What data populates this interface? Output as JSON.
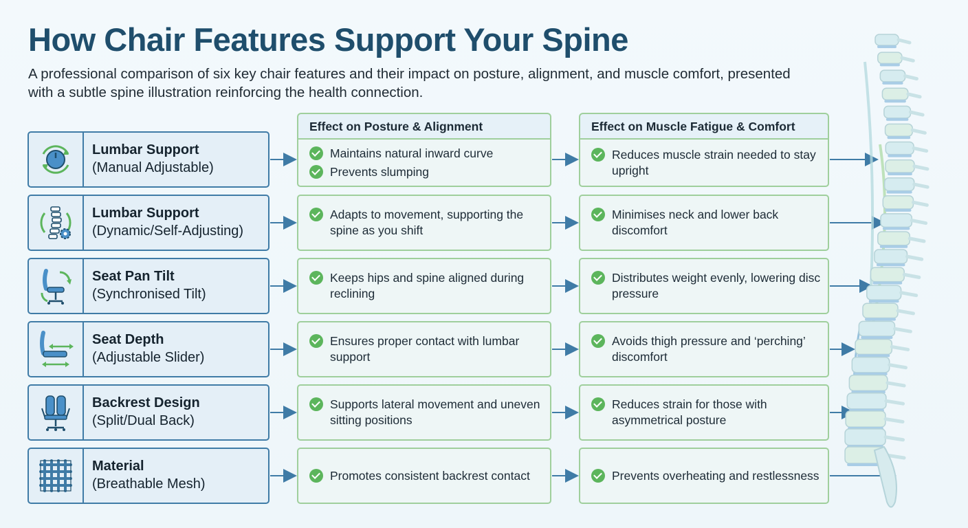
{
  "title": "How Chair Features Support Your Spine",
  "subtitle": "A professional comparison of six key chair features and their impact on posture, alignment, and muscle comfort, presented with a subtle spine illustration reinforcing the health connection.",
  "columns": {
    "posture": "Effect on Posture & Alignment",
    "comfort": "Effect on Muscle Fatigue & Comfort"
  },
  "colors": {
    "title": "#1f4e6c",
    "feature_border": "#3f7ba6",
    "effect_border": "#9fcf9c",
    "check": "#5cb55c",
    "arrow": "#3f7ba6"
  },
  "rows": [
    {
      "icon": "lumbar-knob-icon",
      "name": "Lumbar Support",
      "sub": "(Manual Adjustable)",
      "posture": [
        "Maintains natural inward curve",
        "Prevents slumping"
      ],
      "comfort": [
        "Reduces muscle strain needed to stay upright"
      ]
    },
    {
      "icon": "spine-gear-icon",
      "name": "Lumbar Support",
      "sub": "(Dynamic/Self-Adjusting)",
      "posture": [
        "Adapts to movement, supporting the spine as you shift"
      ],
      "comfort": [
        "Minimises neck and lower back discomfort"
      ]
    },
    {
      "icon": "chair-tilt-icon",
      "name": "Seat Pan Tilt",
      "sub": "(Synchronised Tilt)",
      "posture": [
        "Keeps hips and spine aligned during reclining"
      ],
      "comfort": [
        "Distributes weight evenly, lowering disc pressure"
      ]
    },
    {
      "icon": "chair-slider-icon",
      "name": "Seat Depth",
      "sub": "(Adjustable Slider)",
      "posture": [
        "Ensures proper contact with lumbar support"
      ],
      "comfort": [
        "Avoids thigh pressure and ‘perching’ discomfort"
      ]
    },
    {
      "icon": "split-backrest-icon",
      "name": "Backrest Design",
      "sub": "(Split/Dual Back)",
      "posture": [
        "Supports lateral movement and uneven sitting positions"
      ],
      "comfort": [
        "Reduces strain for those with asymmetrical posture"
      ]
    },
    {
      "icon": "mesh-icon",
      "name": "Material",
      "sub": "(Breathable Mesh)",
      "posture": [
        "Promotes consistent backrest contact"
      ],
      "comfort": [
        "Prevents overheating and restlessness"
      ]
    }
  ]
}
